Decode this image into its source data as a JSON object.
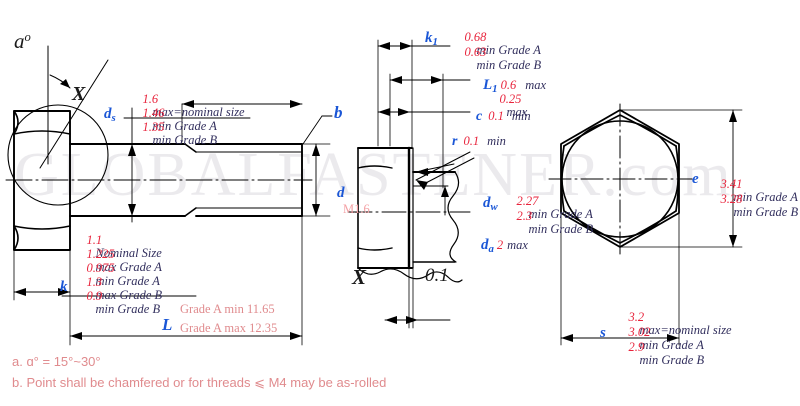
{
  "watermark": "GLOBALFASTENER.com",
  "views": {
    "side": {
      "name": "side-elevation-view",
      "detail_marker": "X",
      "angle_symbol": "a",
      "angle_degree": "o"
    },
    "detail": {
      "name": "detail-x-view",
      "marker": "X",
      "thickness_dim": "0.1"
    },
    "end": {
      "name": "end-hex-view"
    }
  },
  "annotations": {
    "ds": {
      "symbol": "d",
      "subscript": "s",
      "lines": [
        {
          "value": "1.6",
          "text": "max=nominal size"
        },
        {
          "value": "1.46",
          "text": "min Grade A"
        },
        {
          "value": "1.35",
          "text": "min Grade B"
        }
      ]
    },
    "b": {
      "symbol": "b"
    },
    "d": {
      "symbol": "d",
      "thread": "M1.6"
    },
    "k": {
      "symbol": "k",
      "lines": [
        {
          "value": "1.1",
          "text": "Nominal Size"
        },
        {
          "value": "1.225",
          "text": "max Grade A"
        },
        {
          "value": "0.975",
          "text": "min Grade A"
        },
        {
          "value": "1.3",
          "text": "max Grade B"
        },
        {
          "value": "0.9",
          "text": "min Grade B"
        }
      ]
    },
    "L": {
      "symbol": "L",
      "lines": [
        {
          "text": "Grade A min 11.65"
        },
        {
          "text": "Grade A max 12.35"
        }
      ]
    },
    "k1": {
      "symbol": "k",
      "subscript": "1",
      "lines": [
        {
          "value": "0.68",
          "text": "min Grade A"
        },
        {
          "value": "0.63",
          "text": "min Grade B"
        }
      ]
    },
    "L1": {
      "symbol": "L",
      "subscript": "1",
      "value": "0.6",
      "text": "max"
    },
    "c": {
      "symbol": "c",
      "value_top": "0.25",
      "text_top": "max",
      "value": "0.1",
      "text": "min"
    },
    "r": {
      "symbol": "r",
      "value": "0.1",
      "text": "min"
    },
    "dw": {
      "symbol": "d",
      "subscript": "w",
      "lines": [
        {
          "value": "2.27",
          "text": "min Grade A"
        },
        {
          "value": "2.3",
          "text": "min Grade B"
        }
      ]
    },
    "da": {
      "symbol": "d",
      "subscript": "a",
      "value": "2",
      "text": "max"
    },
    "e": {
      "symbol": "e",
      "lines": [
        {
          "value": "3.41",
          "text": "min Grade A"
        },
        {
          "value": "3.28",
          "text": "min Grade B"
        }
      ]
    },
    "s": {
      "symbol": "s",
      "lines": [
        {
          "value": "3.2",
          "text": "max=nominal size"
        },
        {
          "value": "3.02",
          "text": "min Grade A"
        },
        {
          "value": "2.9",
          "text": "min Grade B"
        }
      ]
    }
  },
  "footnotes": [
    "a. ɑ° = 15°~30°",
    "b. Point shall be chamfered or for threads ⩽ M4 may be as-rolled"
  ],
  "colors": {
    "value": "#e8243c",
    "description": "#33305e",
    "symbol": "#1a56d6",
    "pink": "#f4a0a4",
    "note": "#e08b8e",
    "line": "#000000"
  }
}
